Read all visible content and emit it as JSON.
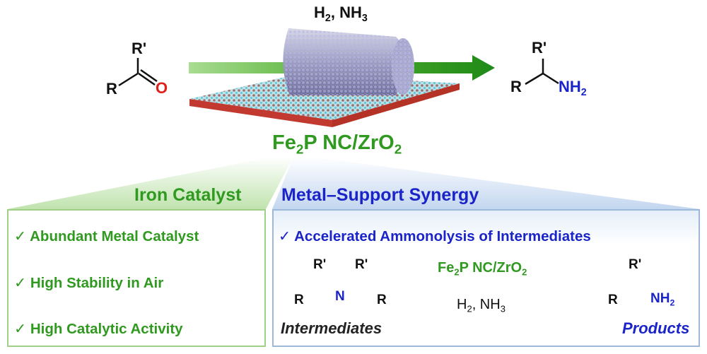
{
  "colors": {
    "green": "#2f9a1f",
    "blue": "#1a24c8",
    "oxygen_red": "#e0201a",
    "dark": "#111111"
  },
  "top": {
    "reactant": {
      "r": "R",
      "r_prime": "R'",
      "o": "O"
    },
    "conditions": {
      "h": "H",
      "h_sub": "2",
      "rest": ", NH",
      "nh_sub": "3"
    },
    "product": {
      "r": "R",
      "r_prime": "R'",
      "nh": "NH",
      "nh_sub": "2"
    },
    "catalyst": {
      "fe": "Fe",
      "fe_sub": "2",
      "mid": "P NC/ZrO",
      "o_sub": "2"
    }
  },
  "left_panel": {
    "heading": "Iron Catalyst",
    "items": [
      "✓ Abundant Metal Catalyst",
      "✓ High Stability in Air",
      "✓ High Catalytic Activity"
    ]
  },
  "right_panel": {
    "heading": "Metal–Support Synergy",
    "item": "✓ Accelerated Ammonolysis of Intermediates",
    "intermediate": {
      "r1": "R",
      "r1_prime": "R'",
      "n": "N",
      "r2": "R",
      "r2_prime": "R'"
    },
    "intermediates_label": "Intermediates",
    "arrow_top": {
      "fe": "Fe",
      "fe_sub": "2",
      "mid": "P NC/ZrO",
      "o_sub": "2"
    },
    "arrow_bottom": {
      "h": "H",
      "h_sub": "2",
      "rest": ", NH",
      "nh_sub": "3"
    },
    "product": {
      "r": "R",
      "r_prime": "R'",
      "nh": "NH",
      "nh_sub": "2"
    },
    "products_label": "Products"
  }
}
